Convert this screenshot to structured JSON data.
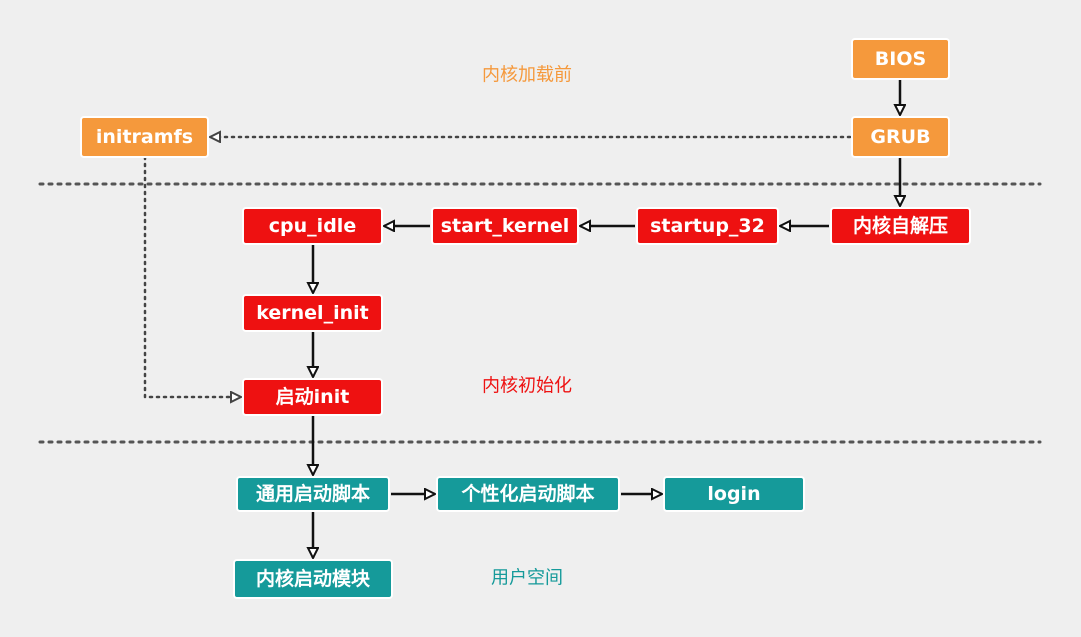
{
  "colors": {
    "background": "#efefef",
    "pre_kernel": "#f5993c",
    "kernel_init": "#ee1111",
    "user_space": "#159a9a",
    "separator": "#555555",
    "arrow": "#111111"
  },
  "stages": {
    "pre_kernel": "内核加载前",
    "kernel_init": "内核初始化",
    "user_space": "用户空间"
  },
  "nodes": {
    "bios": "BIOS",
    "grub": "GRUB",
    "initramfs": "initramfs",
    "decompress": "内核自解压",
    "startup_32": "startup_32",
    "start_kernel": "start_kernel",
    "cpu_idle": "cpu_idle",
    "kernel_init": "kernel_init",
    "start_init": "启动init",
    "common_scripts": "通用启动脚本",
    "custom_scripts": "个性化启动脚本",
    "login": "login",
    "kernel_modules": "内核启动模块"
  },
  "edges": [
    {
      "from": "bios",
      "to": "grub",
      "style": "solid"
    },
    {
      "from": "grub",
      "to": "initramfs",
      "style": "dotted"
    },
    {
      "from": "grub",
      "to": "decompress",
      "style": "solid"
    },
    {
      "from": "decompress",
      "to": "startup_32",
      "style": "solid"
    },
    {
      "from": "startup_32",
      "to": "start_kernel",
      "style": "solid"
    },
    {
      "from": "start_kernel",
      "to": "cpu_idle",
      "style": "solid"
    },
    {
      "from": "cpu_idle",
      "to": "kernel_init",
      "style": "solid"
    },
    {
      "from": "kernel_init",
      "to": "start_init",
      "style": "solid"
    },
    {
      "from": "initramfs",
      "to": "start_init",
      "style": "dotted"
    },
    {
      "from": "start_init",
      "to": "common_scripts",
      "style": "solid"
    },
    {
      "from": "common_scripts",
      "to": "custom_scripts",
      "style": "solid"
    },
    {
      "from": "custom_scripts",
      "to": "login",
      "style": "solid"
    },
    {
      "from": "common_scripts",
      "to": "kernel_modules",
      "style": "solid"
    }
  ]
}
